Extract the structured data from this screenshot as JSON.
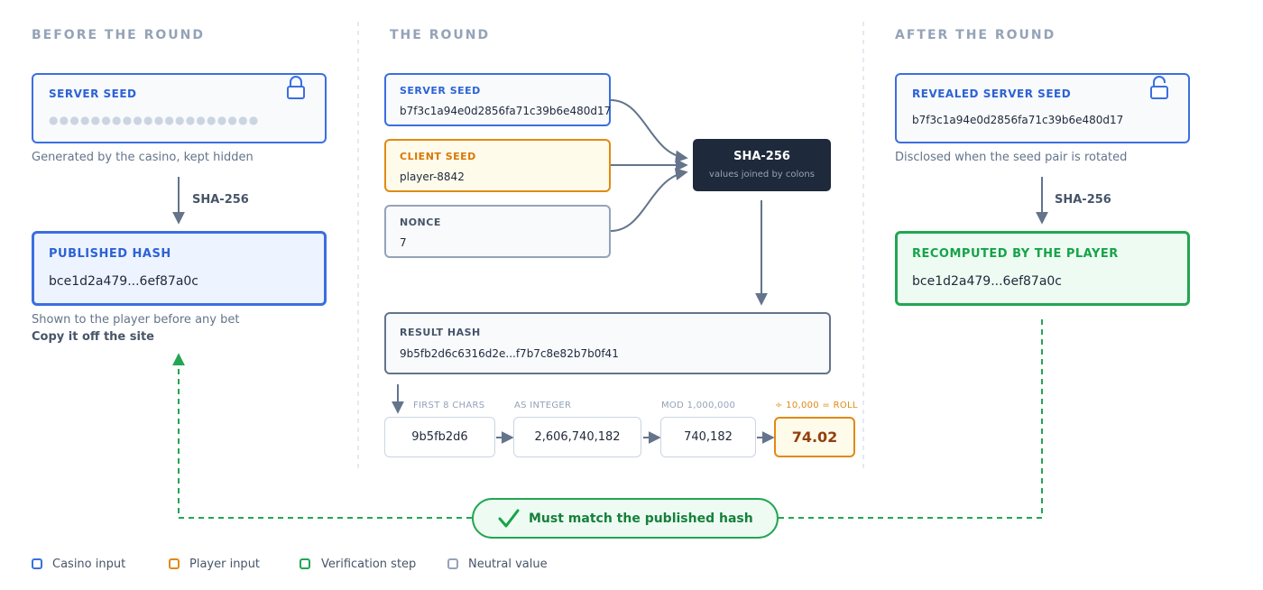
{
  "columns": {
    "before": "BEFORE THE ROUND",
    "round": "THE ROUND",
    "after": "AFTER THE ROUND"
  },
  "before": {
    "server_seed_title": "SERVER SEED",
    "server_seed_hidden": "●●●●●●●●●●●●●●●●●●●●",
    "server_seed_caption": "Generated by the casino, kept hidden",
    "arrow_label": "SHA-256",
    "published_hash_title": "PUBLISHED HASH",
    "published_hash_value": "bce1d2a479...6ef87a0c",
    "published_caption": "Shown to the player before any bet",
    "published_caption_strong": "Copy it off the site",
    "lock_icon": "lock-closed-icon"
  },
  "round": {
    "server_seed_title": "SERVER SEED",
    "server_seed_value": "b7f3c1a94e0d2856fa71c39b6e480d17",
    "client_seed_title": "CLIENT SEED",
    "client_seed_value": "player-8842",
    "nonce_title": "NONCE",
    "nonce_value": "7",
    "sha_title": "SHA-256",
    "sha_subtitle": "values joined by colons",
    "result_hash_title": "RESULT HASH",
    "result_hash_value": "9b5fb2d6c6316d2e...f7b7c8e82b7b0f41",
    "pipeline": {
      "step1_label": "FIRST 8 CHARS",
      "step1_value": "9b5fb2d6",
      "step2_label": "AS INTEGER",
      "step2_value": "2,606,740,182",
      "step3_label": "MOD 1,000,000",
      "step3_value": "740,182",
      "step4_label": "÷ 10,000 = ROLL",
      "step4_value": "74.02"
    }
  },
  "after": {
    "revealed_title": "REVEALED SERVER SEED",
    "revealed_value": "b7f3c1a94e0d2856fa71c39b6e480d17",
    "revealed_caption": "Disclosed when the seed pair is rotated",
    "arrow_label": "SHA-256",
    "recomputed_title": "RECOMPUTED BY THE PLAYER",
    "recomputed_value": "bce1d2a479...6ef87a0c",
    "lock_icon": "lock-open-icon"
  },
  "match": {
    "label": "Must match the published hash",
    "icon": "checkmark-icon"
  },
  "legend": [
    {
      "label": "Casino input",
      "color": "#3b6fe0"
    },
    {
      "label": "Player input",
      "color": "#e08a12"
    },
    {
      "label": "Verification step",
      "color": "#22a653"
    },
    {
      "label": "Neutral value",
      "color": "#94a3b8"
    }
  ],
  "colors": {
    "casino": "#3b6fe0",
    "player": "#e08a12",
    "verification": "#22a653",
    "neutral": "#94a3b8",
    "dark": "#1e293b"
  }
}
